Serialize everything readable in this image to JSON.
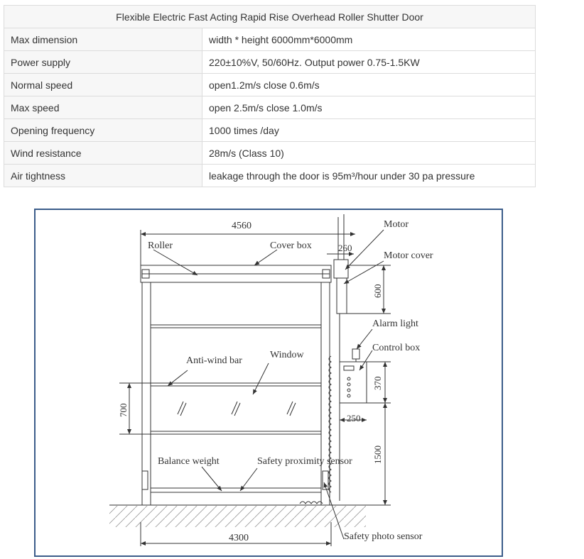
{
  "table": {
    "title": "Flexible Electric Fast Acting Rapid Rise Overhead Roller Shutter Door",
    "rows": [
      {
        "label": "Max dimension",
        "value": "width * height 6000mm*6000mm"
      },
      {
        "label": "Power supply",
        "value": "220±10%V, 50/60Hz. Output power 0.75-1.5KW"
      },
      {
        "label": "Normal speed",
        "value": "open1.2m/s close 0.6m/s"
      },
      {
        "label": "Max speed",
        "value": "open 2.5m/s close 1.0m/s"
      },
      {
        "label": "Opening frequency",
        "value": "1000 times /day"
      },
      {
        "label": "Wind resistance",
        "value": "28m/s (Class 10)"
      },
      {
        "label": "Air tightness",
        "value": "leakage through the door is 95m³/hour under 30 pa pressure"
      }
    ]
  },
  "diagram": {
    "labels": {
      "roller": "Roller",
      "cover_box": "Cover box",
      "motor": "Motor",
      "motor_cover": "Motor cover",
      "alarm_light": "Alarm light",
      "control_box": "Control box",
      "anti_wind_bar": "Anti-wind bar",
      "window": "Window",
      "balance_weight": "Balance weight",
      "safety_proximity_sensor": "Safety proximity sensor",
      "safety_photo_sensor": "Safety photo sensor"
    },
    "dimensions": {
      "top_width": "4560",
      "bottom_width": "4300",
      "motor_width": "260",
      "cover_height": "600",
      "window_height": "700",
      "control_box_height": "370",
      "control_box_width": "250",
      "control_box_elevation": "1500"
    }
  }
}
